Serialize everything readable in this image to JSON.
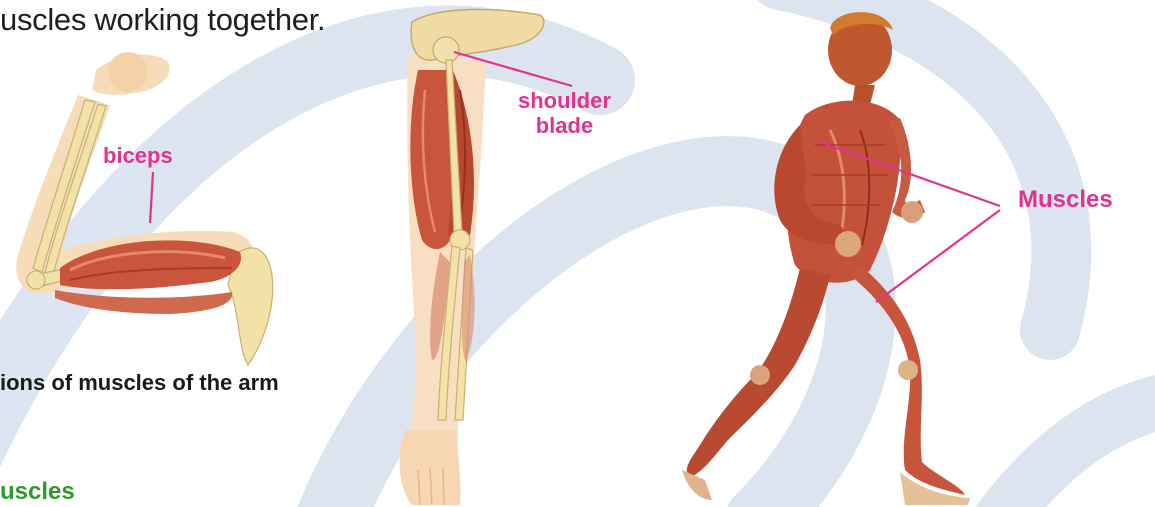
{
  "heading_text": "uscles working together.",
  "caption_text": "ions of muscles of the arm",
  "section_title": "uscles",
  "labels": {
    "biceps": "biceps",
    "shoulder_line1": "shoulder",
    "shoulder_line2": "blade",
    "muscles": "Muscles"
  },
  "colors": {
    "label": "#e0338f",
    "section": "#2e9a2e",
    "muscle": "#c9553c",
    "bone": "#f1dfa6",
    "skin": "#f6d6b0",
    "watermark": "#d3deec"
  }
}
